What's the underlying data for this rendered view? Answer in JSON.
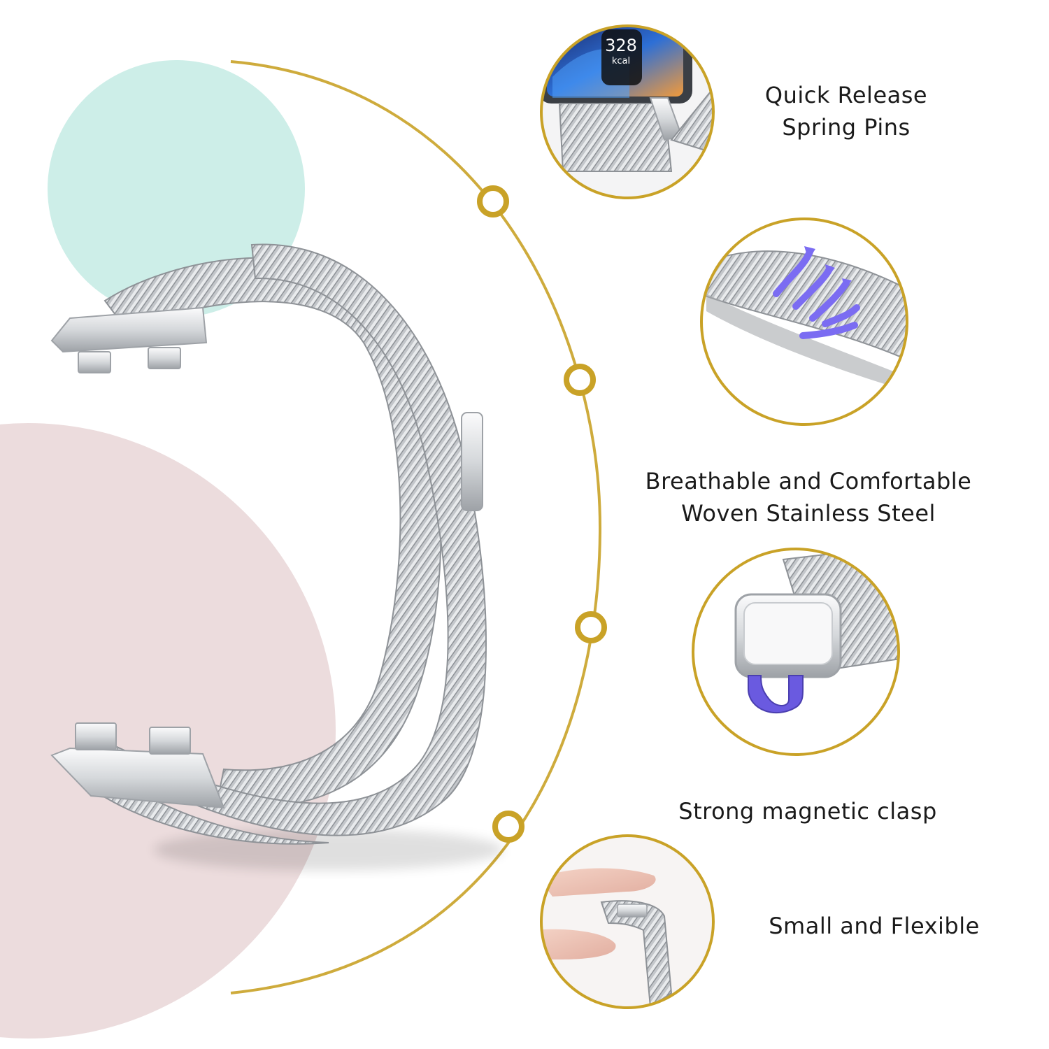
{
  "colors": {
    "gold": "#c9a227",
    "mint": "#cdeee8",
    "blush": "#ecdcdd",
    "mesh": "#b9bcc0",
    "accent_purple": "#7b6cf2"
  },
  "watch_display": {
    "calories_value": "328",
    "calories_unit": "kcal"
  },
  "features": [
    {
      "line1": "Quick Release",
      "line2": "Spring Pins",
      "icon": "watch-lug-closeup"
    },
    {
      "line1": "Breathable and Comfortable",
      "line2": "Woven Stainless Steel",
      "icon": "airflow-arrows"
    },
    {
      "line1": "Strong magnetic clasp",
      "line2": "",
      "icon": "magnet-icon"
    },
    {
      "line1": "Small and Flexible",
      "line2": "",
      "icon": "fingers-folding-band"
    }
  ]
}
